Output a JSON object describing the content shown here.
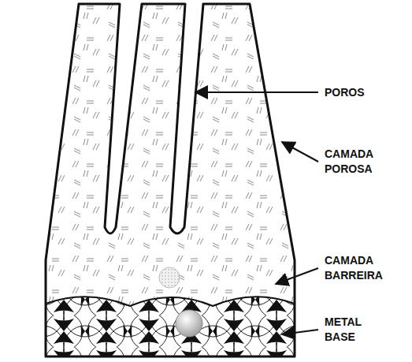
{
  "diagram": {
    "labels": [
      "POROS",
      "CAMADA POROSA",
      "CAMADA BARREIRA",
      "METAL BASE"
    ]
  }
}
